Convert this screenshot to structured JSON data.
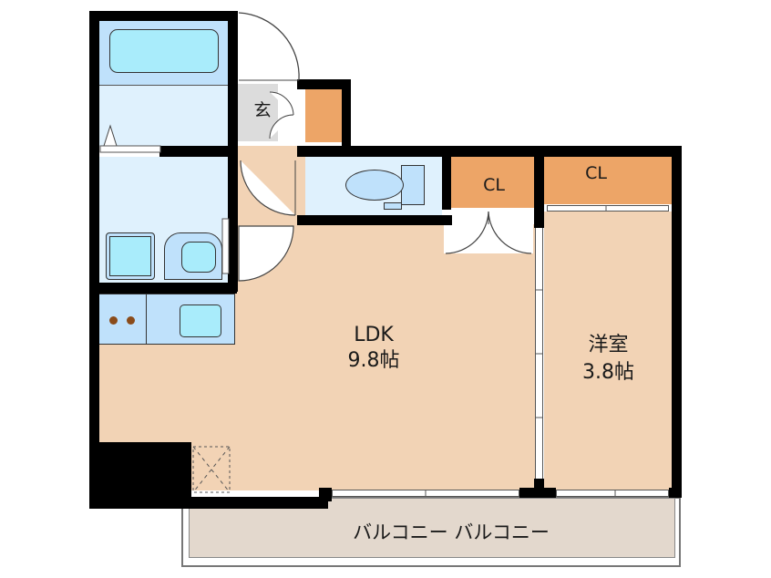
{
  "floorplan": {
    "rooms": {
      "ldk": {
        "name": "LDK",
        "size": "9.8帖"
      },
      "western_room": {
        "name": "洋室",
        "size": "3.8帖"
      },
      "closet_1": {
        "name": "CL"
      },
      "closet_2": {
        "name": "CL"
      },
      "entrance": {
        "name": "玄"
      },
      "balcony": {
        "name": "バルコニー バルコニー"
      }
    },
    "colors": {
      "floor": "#f2d3b5",
      "closet": "#eda567",
      "wet_area": "#dff1fd",
      "fixture": "#a9ecfb",
      "entrance": "#dcdcdc",
      "balcony": "#e3d8cd",
      "wall": "#000000"
    }
  }
}
